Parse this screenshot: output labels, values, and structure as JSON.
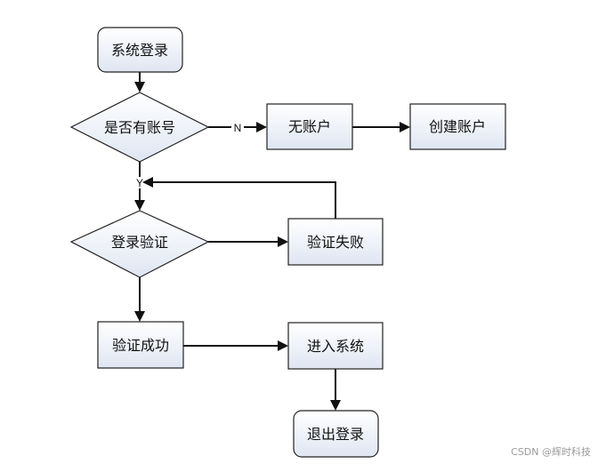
{
  "nodes": {
    "start": "系统登录",
    "has_account": "是否有账号",
    "no_account": "无账户",
    "create_account": "创建账户",
    "login_verify": "登录验证",
    "verify_fail": "验证失败",
    "verify_success": "验证成功",
    "enter_system": "进入系统",
    "logout": "退出登录"
  },
  "edge_labels": {
    "no": "N",
    "yes": "Y"
  },
  "watermark": "CSDN @辉时科技",
  "colors": {
    "node_fill_top": "#ffffff",
    "node_fill_bottom": "#dfe6f2",
    "stroke": "#222222"
  }
}
